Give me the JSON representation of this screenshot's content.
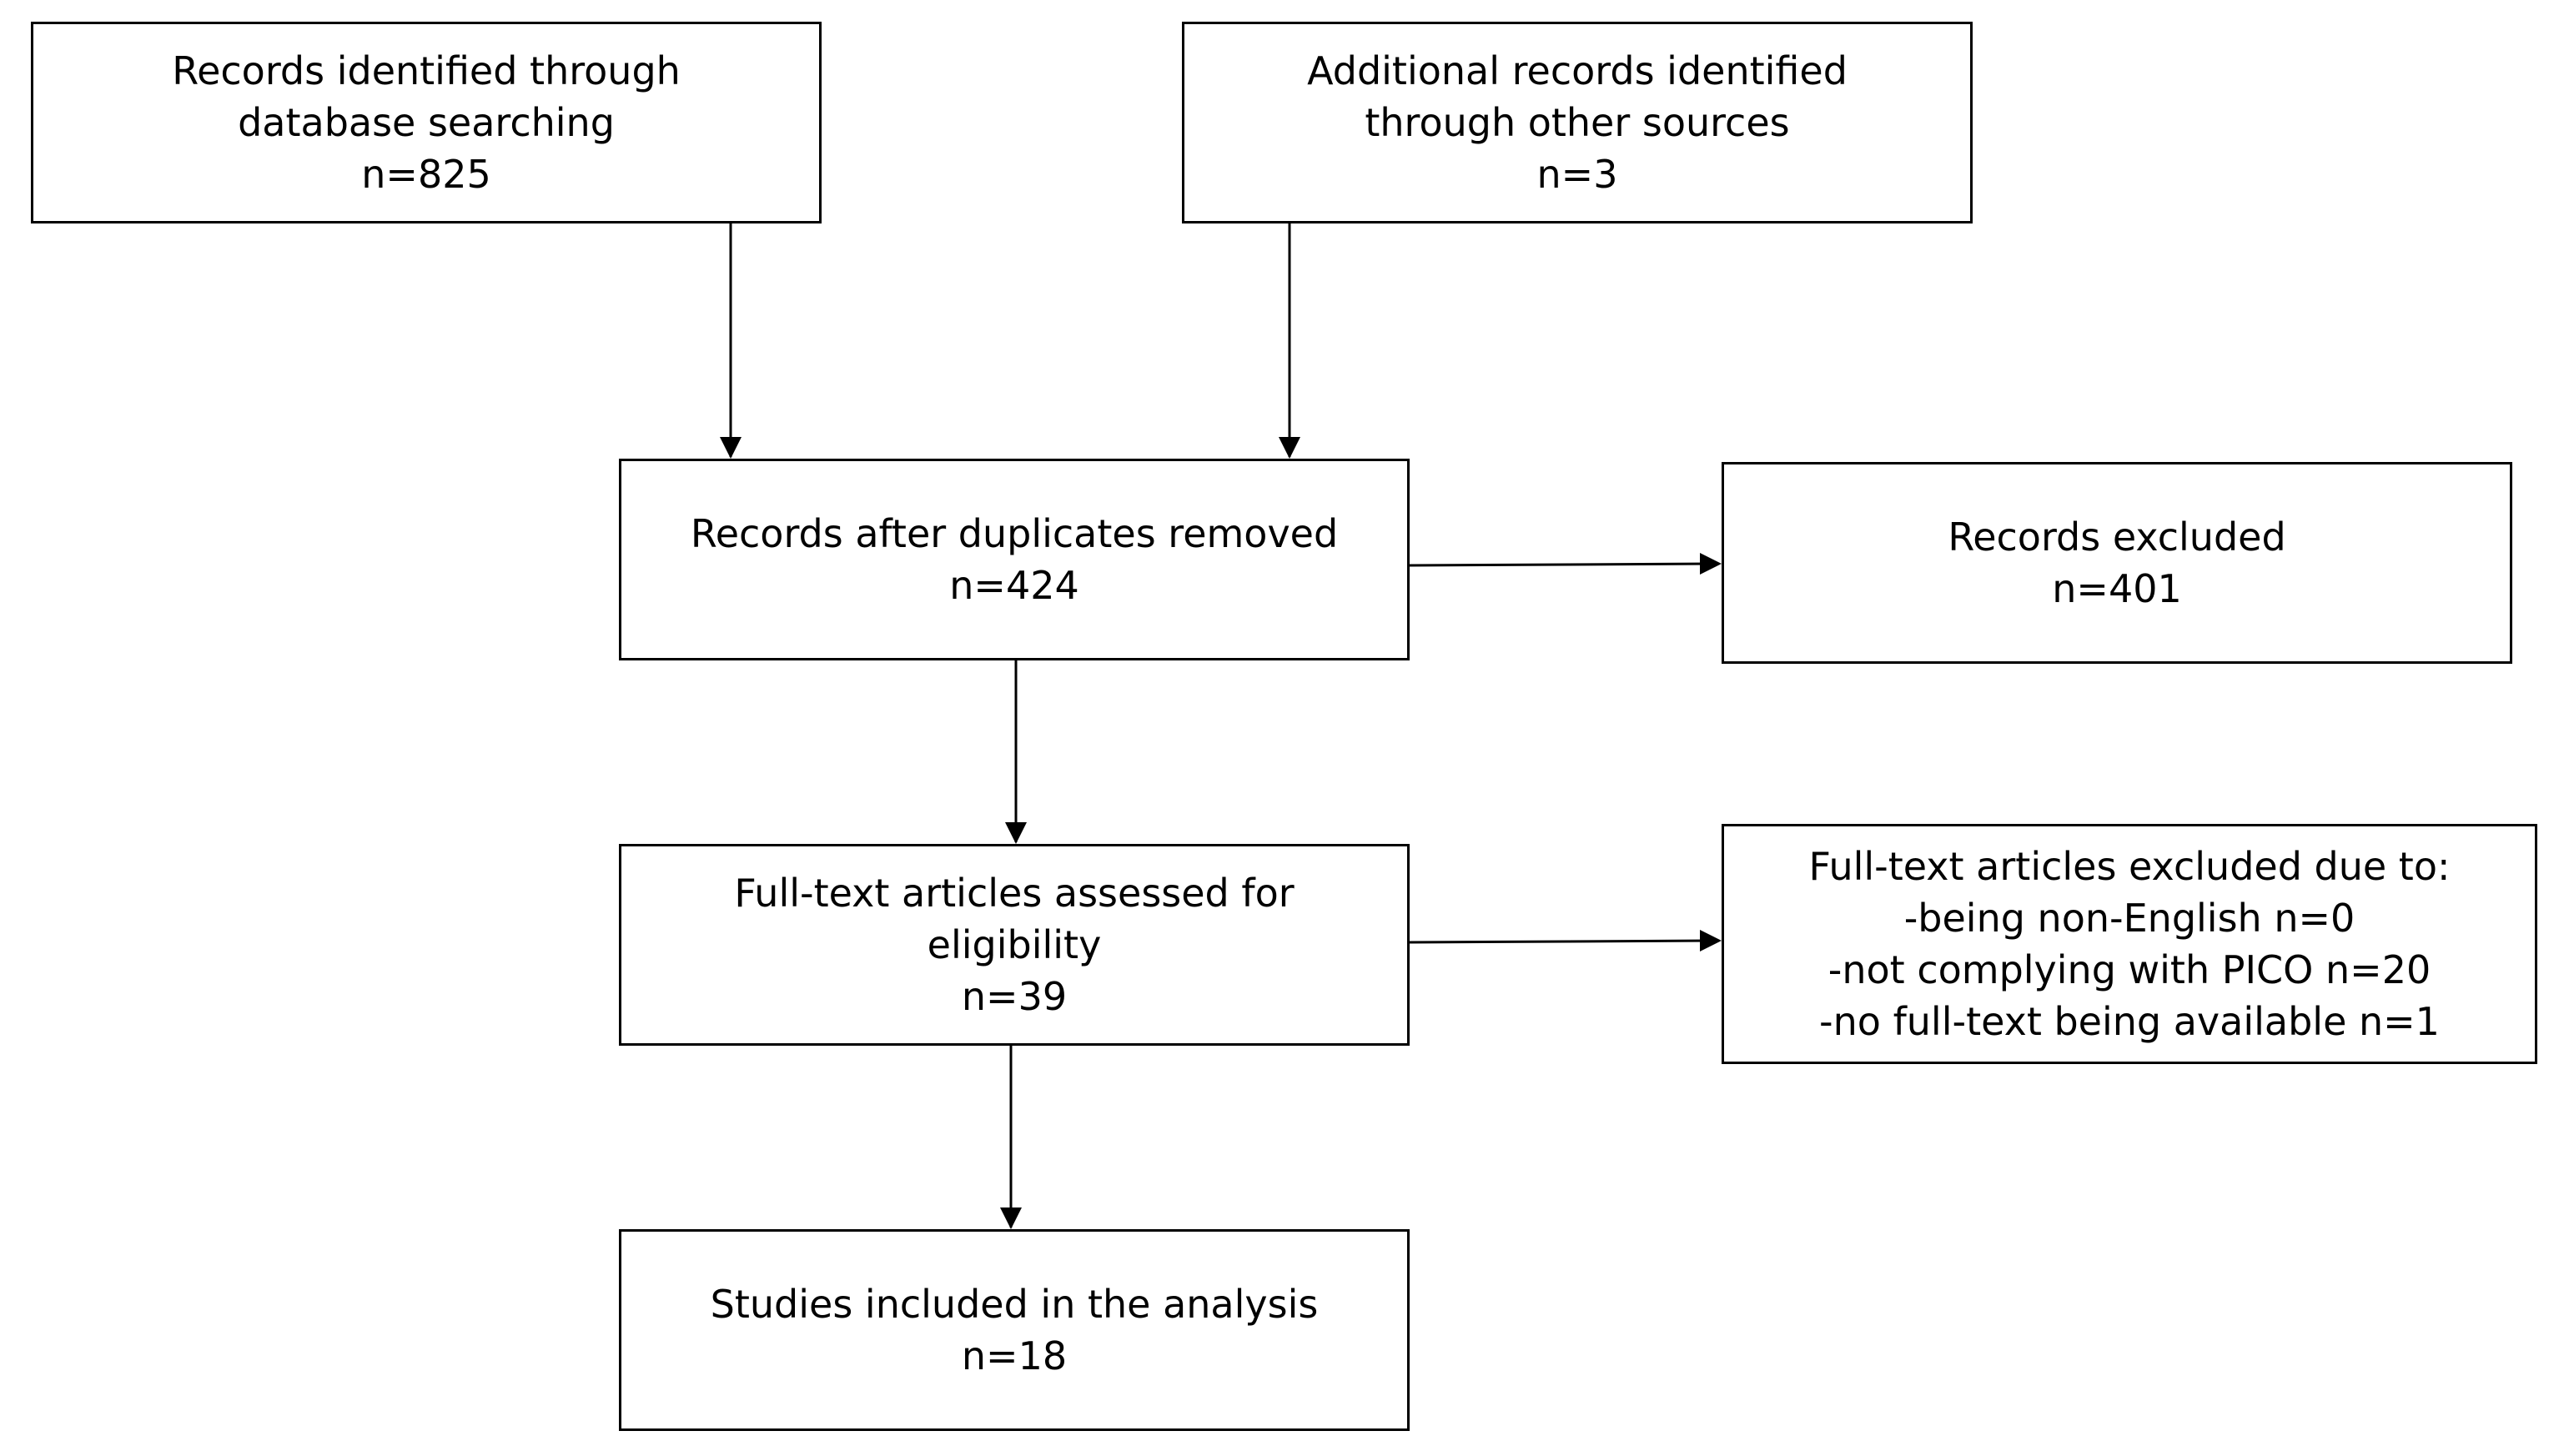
{
  "flowchart": {
    "identification_database": {
      "line1": "Records identified through",
      "line2": "database searching",
      "count": "n=825"
    },
    "identification_other": {
      "line1": "Additional records identified",
      "line2": "through other sources",
      "count": "n=3"
    },
    "duplicates_removed": {
      "line1": "Records after duplicates removed",
      "count": "n=424"
    },
    "records_excluded": {
      "line1": "Records excluded",
      "count": "n=401"
    },
    "full_text_assessed": {
      "line1": "Full-text articles assessed for",
      "line2": "eligibility",
      "count": "n=39"
    },
    "full_text_excluded": {
      "line1": "Full-text articles excluded due to:",
      "reason1": "-being non-English n=0",
      "reason2": "-not complying with PICO n=20",
      "reason3": "-no full-text being available n=1"
    },
    "studies_included": {
      "line1": "Studies included in the analysis",
      "count": "n=18"
    }
  },
  "colors": {
    "stroke": "#000000",
    "background": "#ffffff"
  }
}
